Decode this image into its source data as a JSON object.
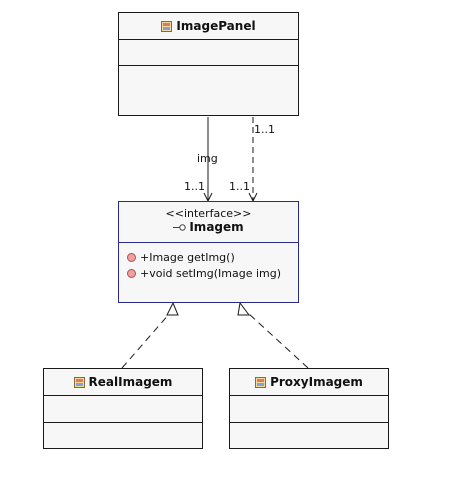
{
  "diagram": {
    "classes": {
      "image_panel": {
        "name": "ImagePanel",
        "icon": "class-icon"
      },
      "imagem": {
        "stereotype": "<<interface>>",
        "name": "Imagem",
        "icon": "interface-icon",
        "operations": [
          "+Image getImg()",
          "+void setImg(Image img)"
        ]
      },
      "real_imagem": {
        "name": "RealImagem",
        "icon": "class-icon"
      },
      "proxy_imagem": {
        "name": "ProxyImagem",
        "icon": "class-icon"
      }
    },
    "associations": {
      "img": {
        "role": "img",
        "target_multiplicity": "1..1"
      },
      "dependency": {
        "source_multiplicity": "1..1",
        "target_multiplicity": "1..1"
      }
    },
    "relationships": [
      "ImagePanel → Imagem (association)",
      "ImagePanel ⇢ Imagem (dependency)",
      "RealImagem ⇢ Imagem (realization)",
      "ProxyImagem ⇢ Imagem (realization)"
    ],
    "colors": {
      "box_fill": "#f7f7f7",
      "box_border": "#1a1a1a",
      "interface_border": "#2a2a8a",
      "operation_dot": "#f0a0a0"
    }
  }
}
